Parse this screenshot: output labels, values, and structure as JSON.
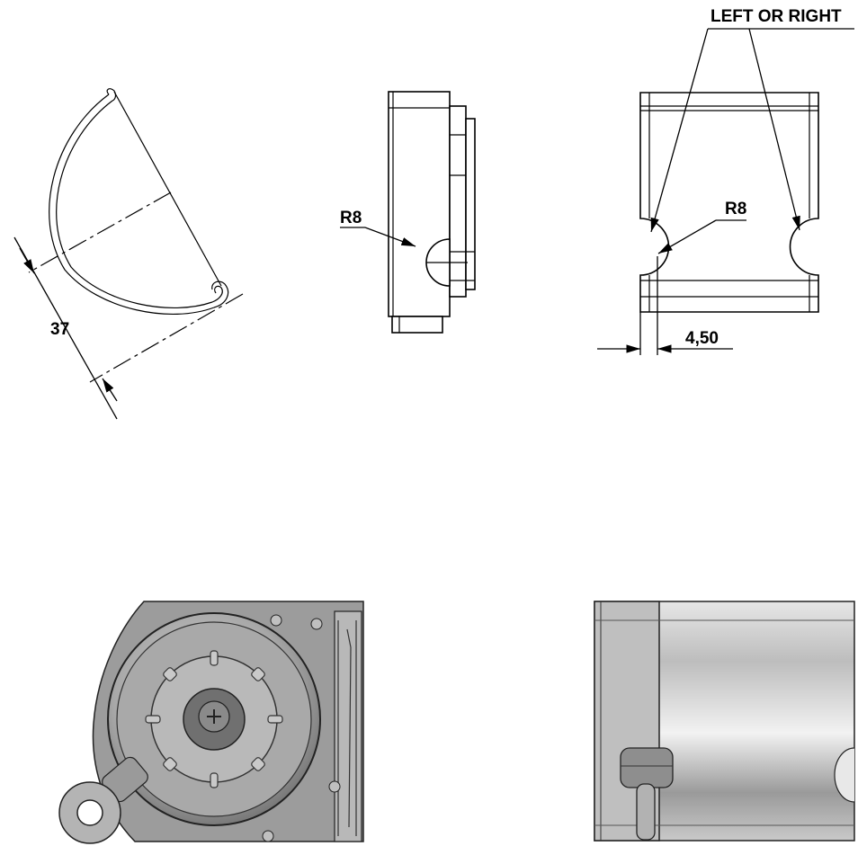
{
  "drawing": {
    "dimensions": {
      "profile_height": "37",
      "side_radius": "R8",
      "front_radius": "R8",
      "notch_offset": "4,50",
      "notch_note": "LEFT OR RIGHT"
    },
    "colors": {
      "line": "#000000",
      "background": "#ffffff",
      "metal_light": "#d9d9d9",
      "metal_mid": "#a6a6a6",
      "metal_dark": "#6e6e6e"
    }
  }
}
